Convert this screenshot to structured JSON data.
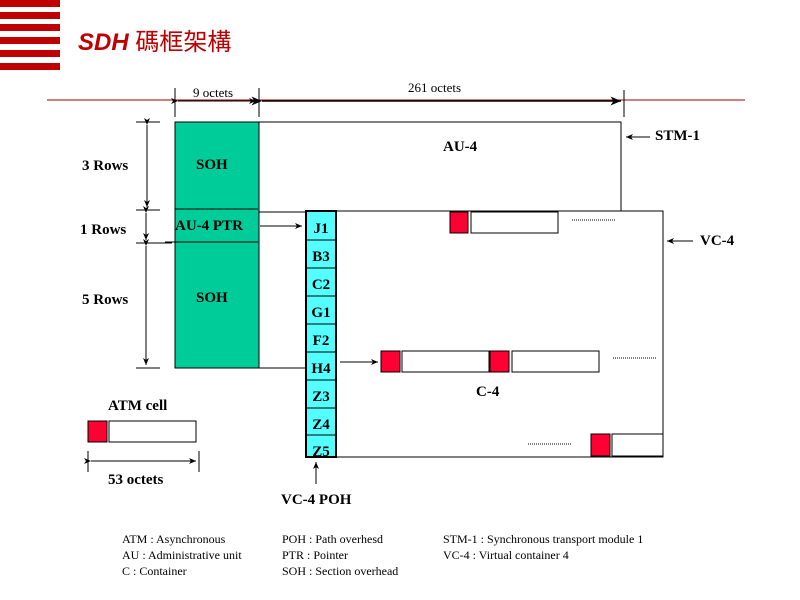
{
  "header": {
    "title_en": "SDH",
    "title_zh": "碼框架構"
  },
  "colors": {
    "brand_red": "#c00000",
    "soh_green": "#00cc99",
    "poh_cyan": "#55ffff",
    "cell_header_red": "#ff0033"
  },
  "dimensions": {
    "soh_width": "9 octets",
    "payload_width": "261 octets",
    "rows_top": "3 Rows",
    "rows_ptr": "1 Rows",
    "rows_bottom": "5 Rows"
  },
  "blocks": {
    "soh_top": "SOH",
    "au4_ptr": "AU-4 PTR",
    "soh_bottom": "SOH",
    "au4": "AU-4",
    "stm1": "STM-1",
    "vc4": "VC-4",
    "c4": "C-4",
    "vc4_poh": "VC-4 POH"
  },
  "poh_bytes": [
    "J1",
    "B3",
    "C2",
    "G1",
    "F2",
    "H4",
    "Z3",
    "Z4",
    "Z5"
  ],
  "atm_cell": {
    "label": "ATM cell",
    "size": "53 octets"
  },
  "legend": {
    "col1": [
      "ATM : Asynchronous",
      "AU : Administrative unit",
      "C : Container"
    ],
    "col2": [
      "POH : Path overhesd",
      "PTR : Pointer",
      "SOH : Section overhead"
    ],
    "col3": [
      "STM-1 : Synchronous transport module 1",
      "VC-4 : Virtual container 4"
    ]
  }
}
